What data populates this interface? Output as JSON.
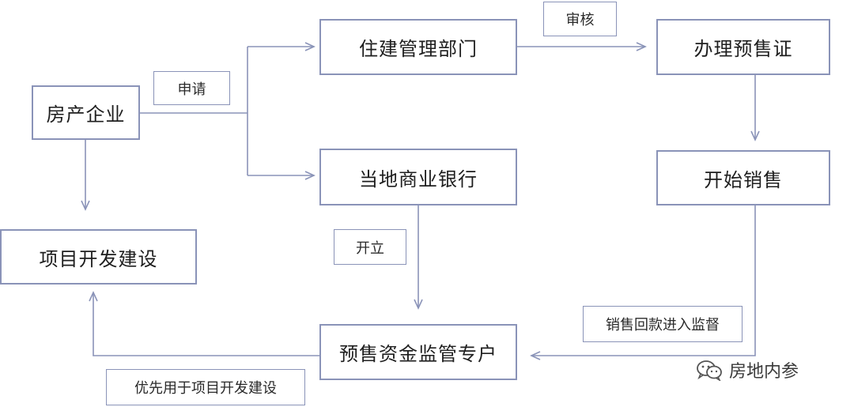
{
  "nodes": {
    "developer": "房产企业",
    "housing_dept": "住建管理部门",
    "presale_cert": "办理预售证",
    "local_bank": "当地商业银行",
    "start_sales": "开始销售",
    "project_dev": "项目开发建设",
    "escrow_account": "预售资金监管专户"
  },
  "edge_labels": {
    "apply": "申请",
    "review": "审核",
    "open": "开立",
    "sales_proceeds": "销售回款进入监督",
    "priority_use": "优先用于项目开发建设"
  },
  "watermark": {
    "text": "房地内参",
    "icon": "wechat-icon"
  },
  "colors": {
    "line": "#8a93b8",
    "text": "#222222"
  }
}
